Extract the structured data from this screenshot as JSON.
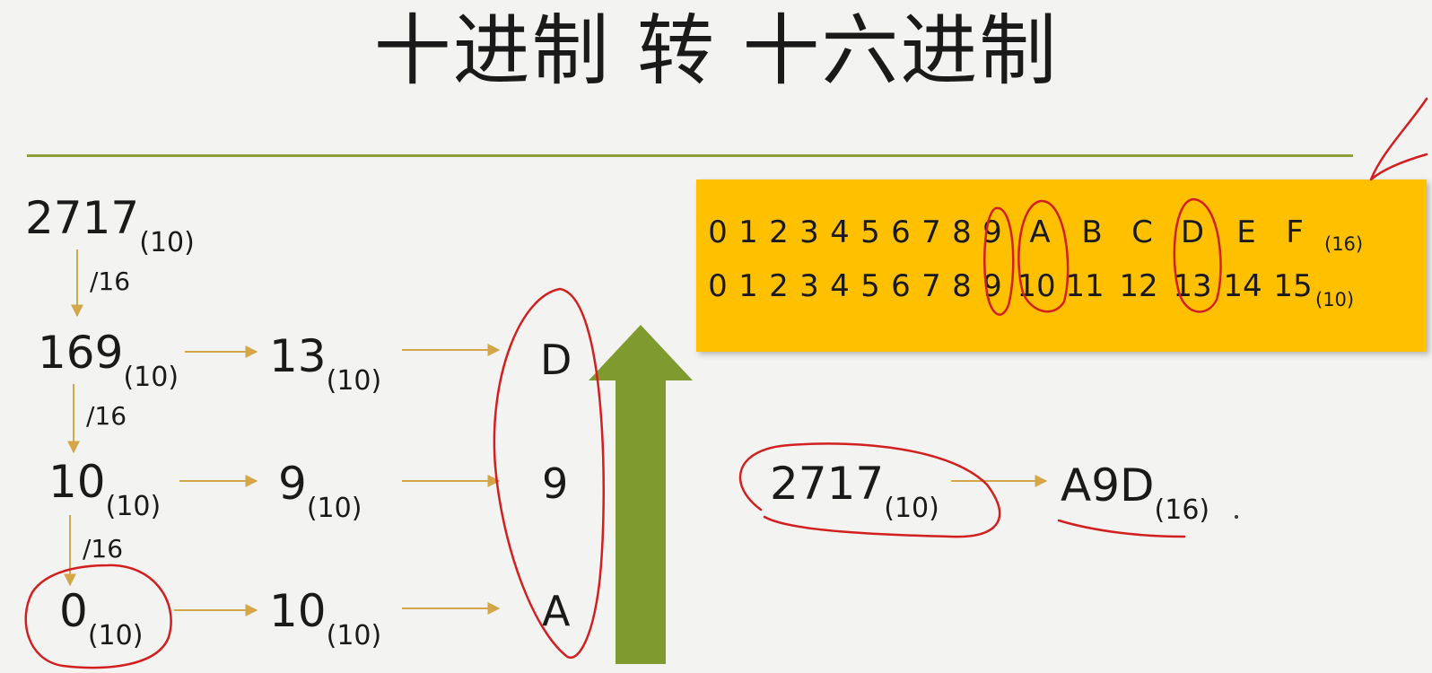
{
  "title": "十进制 转 十六进制",
  "steps": {
    "start": {
      "value": "2717",
      "base": "(10)"
    },
    "div_label": "/16",
    "rows": [
      {
        "quotient": "169",
        "remainder": "13",
        "hex": "D"
      },
      {
        "quotient": "10",
        "remainder": "9",
        "hex": "9"
      },
      {
        "quotient": "0",
        "remainder": "10",
        "hex": "A"
      }
    ]
  },
  "table": {
    "hex_digits": [
      "0",
      "1",
      "2",
      "3",
      "4",
      "5",
      "6",
      "7",
      "8",
      "9",
      "A",
      "B",
      "C",
      "D",
      "E",
      "F"
    ],
    "hex_base": "(16)",
    "dec_values": [
      "0",
      "1",
      "2",
      "3",
      "4",
      "5",
      "6",
      "7",
      "8",
      "9",
      "10",
      "11",
      "12",
      "13",
      "14",
      "15"
    ],
    "dec_base": "(10)"
  },
  "result": {
    "from_value": "2717",
    "from_base": "(10)",
    "to_value": "A9D",
    "to_base": "(16)"
  },
  "colors": {
    "rule": "#8da03a",
    "arrow_small": "#d4a64a",
    "arrow_big": "#7f9a2e",
    "table_bg": "#ffc000",
    "annotation": "#d21f1f"
  }
}
